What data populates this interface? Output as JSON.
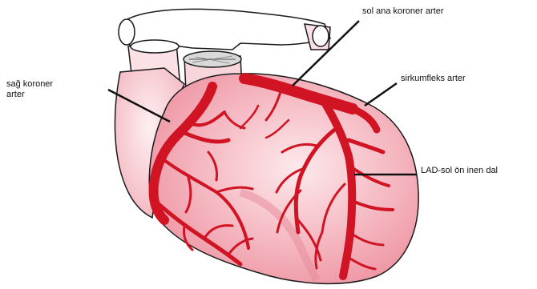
{
  "labels": {
    "left_main": "sol ana koroner arter",
    "right_coronary_line1": "sağ koroner",
    "right_coronary_line2": "arter",
    "circumflex": "sirkumfleks arter",
    "lad": "LAD-sol ön inen dal"
  },
  "colors": {
    "artery": "#d11424",
    "myocardium_light": "#fbe4e8",
    "myocardium": "#f2a9b4",
    "outline": "#1a1a1a",
    "vessel_light": "#e6a0aa"
  }
}
